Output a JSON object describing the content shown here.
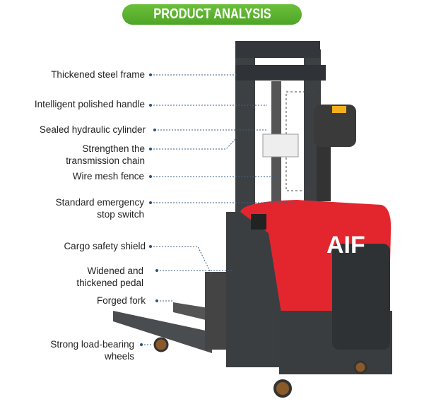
{
  "header": {
    "title": "PRODUCT ANALYSIS"
  },
  "colors": {
    "banner": "#56ad2c",
    "body_red": "#e3262d",
    "frame": "#3d4043",
    "leader_line": "#3b5f86"
  },
  "product": {
    "logo_text": "AIF"
  },
  "labels": [
    {
      "lines": [
        "Thickened steel frame"
      ]
    },
    {
      "lines": [
        "Intelligent polished handle"
      ]
    },
    {
      "lines": [
        "Sealed hydraulic cylinder"
      ]
    },
    {
      "lines": [
        "Strengthen the",
        "transmission chain"
      ]
    },
    {
      "lines": [
        "Wire mesh fence"
      ]
    },
    {
      "lines": [
        "Standard emergency",
        "stop switch"
      ]
    },
    {
      "lines": [
        "Cargo safety shield"
      ]
    },
    {
      "lines": [
        "Widened and",
        "thickened pedal"
      ]
    },
    {
      "lines": [
        "Forged fork"
      ]
    },
    {
      "lines": [
        "Strong load-bearing",
        "wheels"
      ]
    }
  ]
}
